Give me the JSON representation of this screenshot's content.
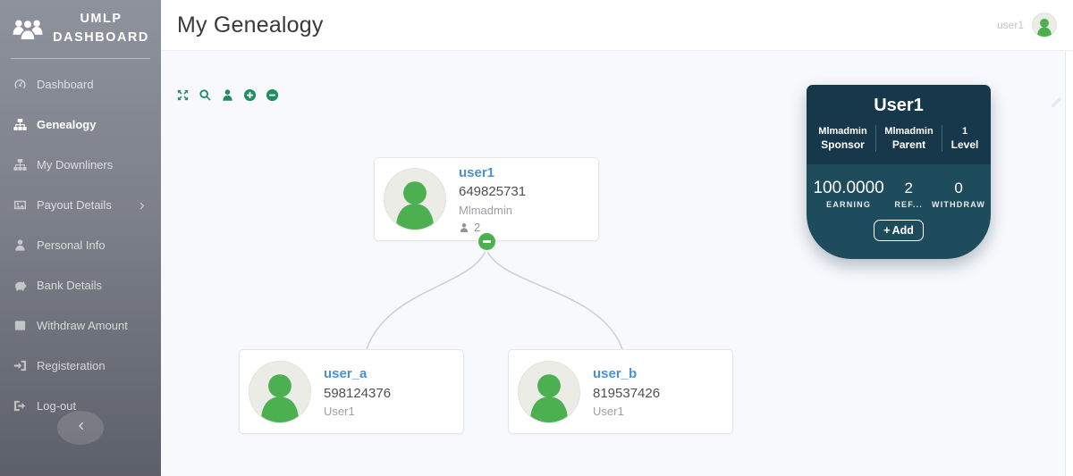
{
  "app": {
    "sidebar_title": "UMLP DASHBOARD"
  },
  "sidebar": {
    "items": [
      {
        "label": "Dashboard"
      },
      {
        "label": "Genealogy"
      },
      {
        "label": "My Downliners"
      },
      {
        "label": "Payout Details"
      },
      {
        "label": "Personal Info"
      },
      {
        "label": "Bank Details"
      },
      {
        "label": "Withdraw Amount"
      },
      {
        "label": "Registeration"
      },
      {
        "label": "Log-out"
      }
    ]
  },
  "header": {
    "title": "My Genealogy",
    "username": "user1"
  },
  "tree": {
    "root": {
      "username": "user1",
      "member_id": "649825731",
      "sponsor": "Mlmadmin",
      "downline_count": "2"
    },
    "children": [
      {
        "username": "user_a",
        "member_id": "598124376",
        "sponsor": "User1"
      },
      {
        "username": "user_b",
        "member_id": "819537426",
        "sponsor": "User1"
      }
    ]
  },
  "profile_card": {
    "name": "User1",
    "info": [
      {
        "value": "Mlmadmin",
        "label": "Sponsor"
      },
      {
        "value": "Mlmadmin",
        "label": "Parent"
      },
      {
        "value": "1",
        "label": "Level"
      }
    ],
    "stats": [
      {
        "value": "100.0000",
        "label": "EARNING"
      },
      {
        "value": "2",
        "label": "REF..."
      },
      {
        "value": "0",
        "label": "WITHDRAW"
      }
    ],
    "add_button_label": "Add",
    "add_button_plus": "+"
  },
  "colors": {
    "accent_green": "#4cb050",
    "toolbar_green": "#1f8d5f",
    "link_blue": "#4a90d2",
    "sidebar_top": "#8e929d",
    "sidebar_bottom": "#5d606a",
    "card_dark": "#16384a",
    "card_teal": "#1e4c5c"
  }
}
